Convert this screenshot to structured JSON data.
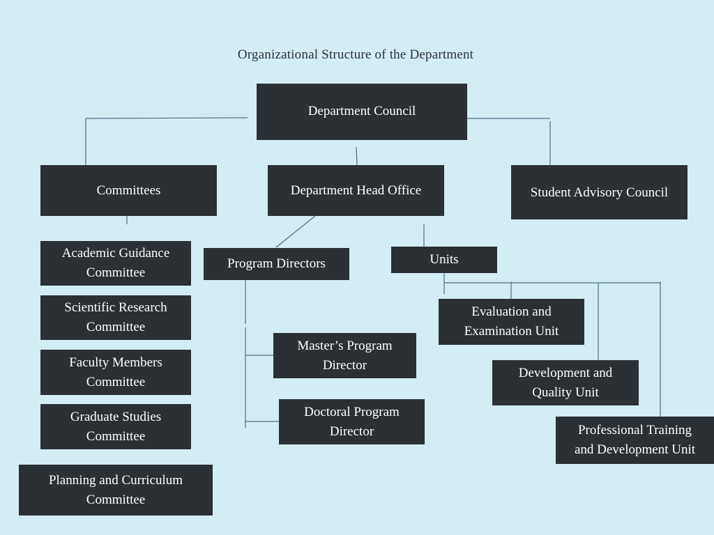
{
  "title": "Organizational Structure of the Department",
  "colors": {
    "background": "#d4ecf4",
    "box": "#2b3035",
    "box_text": "#ffffff",
    "connector": "#4f6f86"
  },
  "nodes": {
    "department_council": "Department Council",
    "committees": "Committees",
    "department_head_office": "Department Head Office",
    "student_advisory_council": "Student Advisory Council",
    "academic_guidance": [
      "Academic Guidance",
      "Committee"
    ],
    "scientific_research": [
      "Scientific Research",
      "Committee"
    ],
    "faculty_members": [
      "Faculty Members",
      "Committee"
    ],
    "graduate_studies": [
      "Graduate Studies",
      "Committee"
    ],
    "planning_curriculum": [
      "Planning and Curriculum",
      "Committee"
    ],
    "program_directors": "Program Directors",
    "masters_program": [
      "Master’s Program",
      "Director"
    ],
    "doctoral_program": [
      "Doctoral Program",
      "Director"
    ],
    "units": "Units",
    "evaluation_unit": [
      "Evaluation and",
      "Examination Unit"
    ],
    "development_unit": [
      "Development and",
      "Quality Unit"
    ],
    "training_unit": [
      "Professional Training",
      "and Development Unit"
    ]
  }
}
